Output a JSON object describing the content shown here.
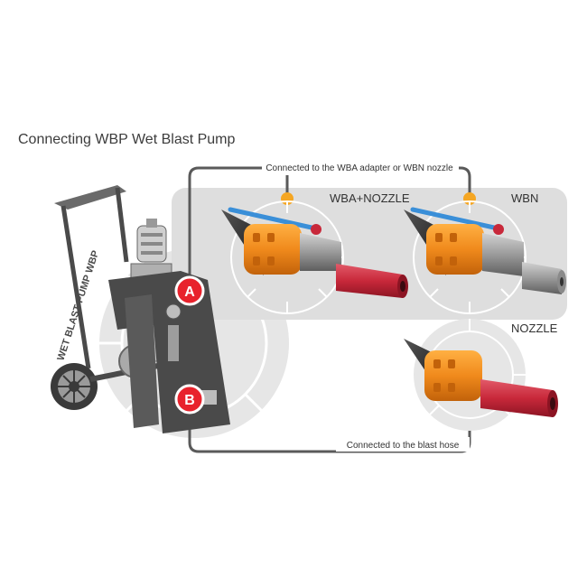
{
  "title": "Connecting WBP Wet Blast Pump",
  "pump": {
    "side_label": "WET BLAST PUMP WBP",
    "port_a": "A",
    "port_b": "B"
  },
  "connections": {
    "top_caption": "Connected to the WBA adapter or WBN nozzle",
    "bottom_caption": "Connected to the blast hose"
  },
  "products": [
    {
      "label": "WBA+NOZZLE"
    },
    {
      "label": "WBN"
    },
    {
      "label": "NOZZLE"
    }
  ],
  "colors": {
    "accent": "#e8222c",
    "orange": "#f08a1c",
    "orange_dot": "#f5a623",
    "line": "#5a5a5a",
    "panel": "#dedede",
    "pump_body": "#4a4a4a",
    "nozzle_red": "#c8283a",
    "steel": "#8a8a8a",
    "cap": "#2b2b2b",
    "lever_blue": "#3a8fd8"
  }
}
